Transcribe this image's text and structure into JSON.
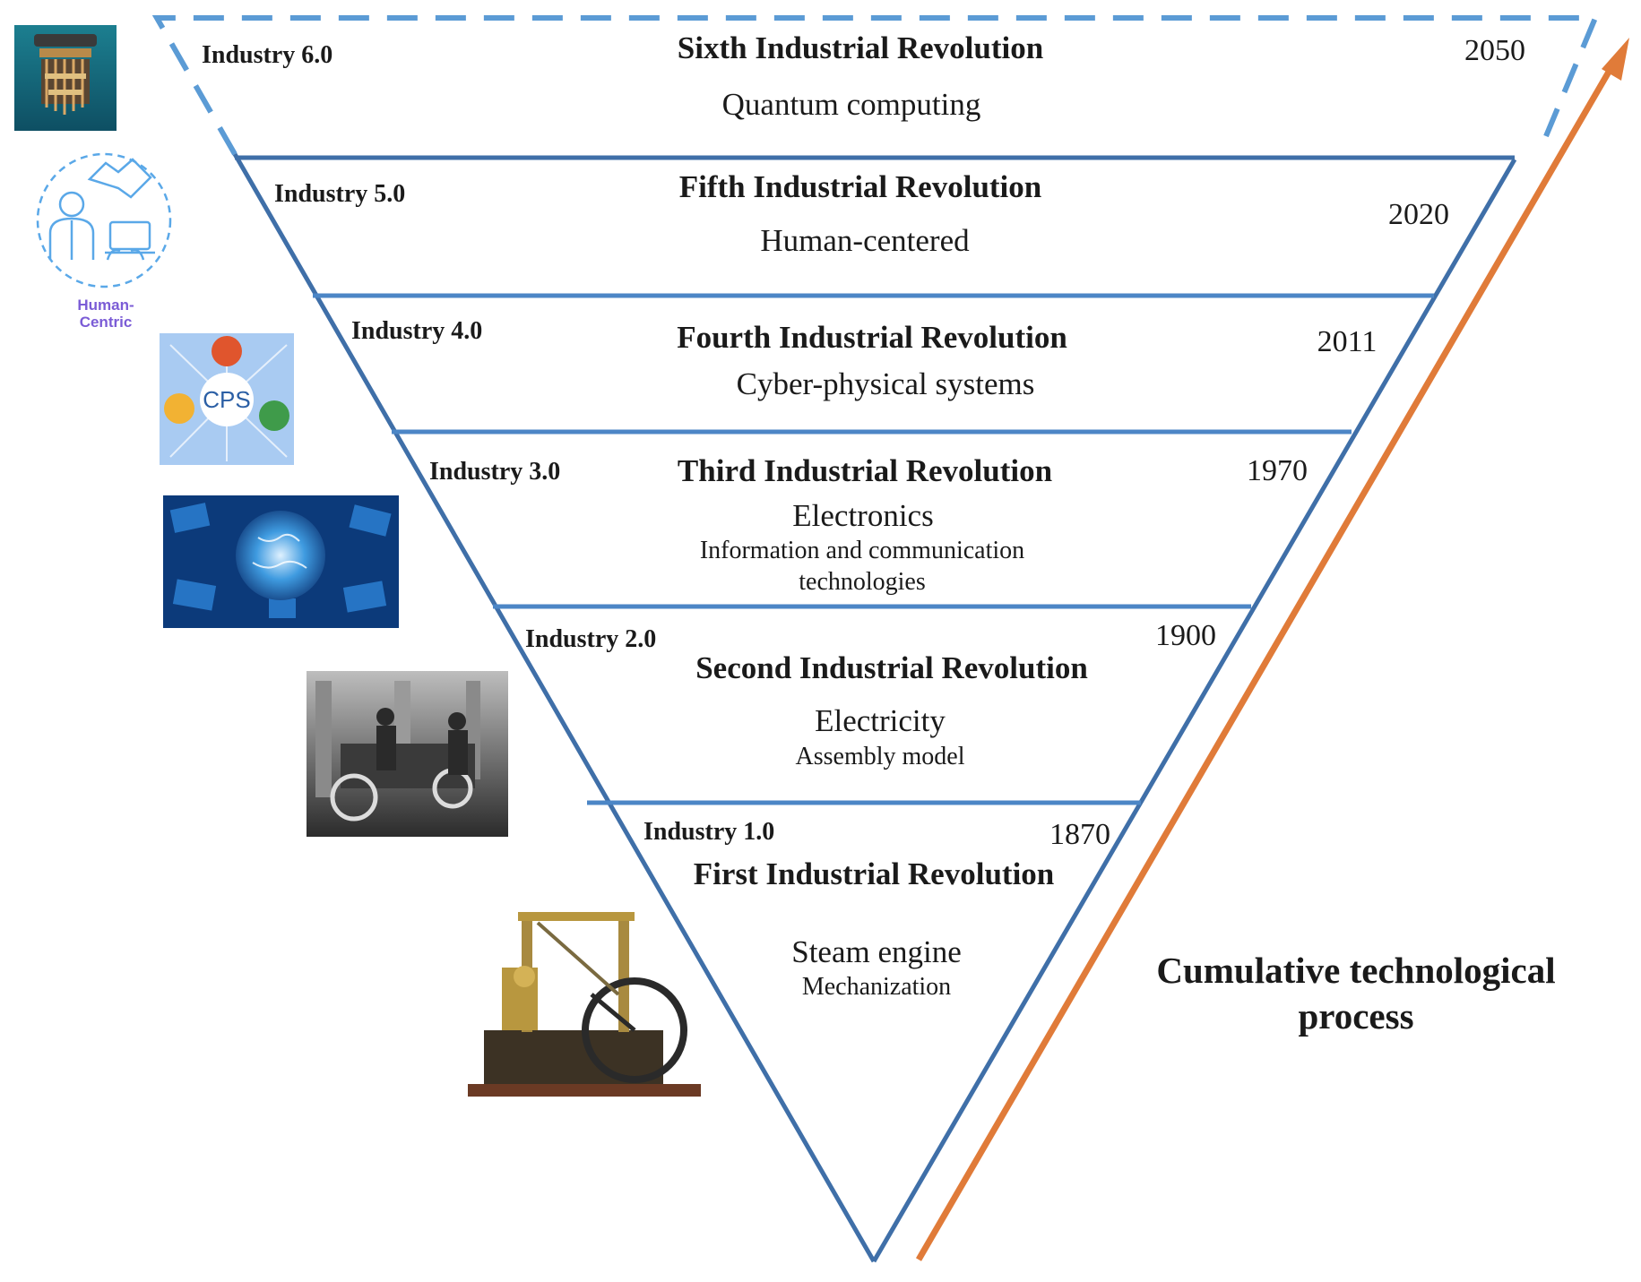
{
  "levels": [
    {
      "industry": "Industry 6.0",
      "title": "Sixth Industrial Revolution",
      "lines": [
        "Quantum computing"
      ],
      "year": "2050"
    },
    {
      "industry": "Industry 5.0",
      "title": "Fifth Industrial Revolution",
      "lines": [
        "Human-centered"
      ],
      "year": "2020"
    },
    {
      "industry": "Industry 4.0",
      "title": "Fourth Industrial Revolution",
      "lines": [
        "Cyber-physical systems"
      ],
      "year": "2011"
    },
    {
      "industry": "Industry 3.0",
      "title": "Third Industrial Revolution",
      "lines": [
        "Electronics",
        "Information and communication",
        "technologies"
      ],
      "year": "1970"
    },
    {
      "industry": "Industry 2.0",
      "title": "Second Industrial Revolution",
      "lines": [
        "Electricity",
        "Assembly model"
      ],
      "year": "1900"
    },
    {
      "industry": "Industry 1.0",
      "title": "First Industrial Revolution",
      "lines": [
        "Steam engine",
        "Mechanization"
      ],
      "year": "1870"
    }
  ],
  "arrow_label": [
    "Cumulative technological",
    "process"
  ],
  "icons": {
    "human_centric_label": [
      "Human-",
      "Centric"
    ],
    "cps_label": "CPS"
  },
  "colors": {
    "triangle": "#3f6fa8",
    "dashed_top": "#5b9bd5",
    "arrow": "#e07b39"
  }
}
